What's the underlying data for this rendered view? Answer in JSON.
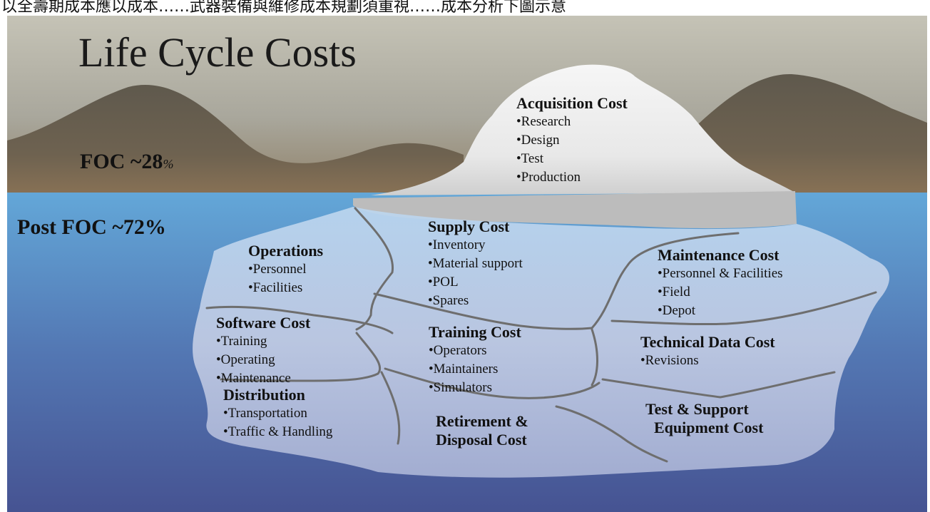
{
  "top_text": "以全壽期成本應以成本……武器裝備與維修成本規劃須重視……成本分析下圖示意",
  "title": "Life Cycle Costs",
  "foc": {
    "label": "FOC ~28",
    "pct": "%"
  },
  "post_foc": "Post FOC ~72%",
  "acquisition": {
    "heading": "Acquisition Cost",
    "items": [
      "•Research",
      "•Design",
      "•Test",
      "•Production"
    ]
  },
  "supply": {
    "heading": "Supply Cost",
    "items": [
      "•Inventory",
      "•Material support",
      "•POL",
      "•Spares"
    ]
  },
  "operations": {
    "heading": "Operations",
    "items": [
      "•Personnel",
      "•Facilities"
    ]
  },
  "maintenance": {
    "heading": "Maintenance Cost",
    "items": [
      "•Personnel & Facilities",
      "•Field",
      "•Depot"
    ]
  },
  "software": {
    "heading": "Software Cost",
    "items": [
      "•Training",
      "•Operating",
      "•Maintenance"
    ]
  },
  "training": {
    "heading": "Training Cost",
    "items": [
      "•Operators",
      "•Maintainers",
      "•Simulators"
    ]
  },
  "technical": {
    "heading": "Technical Data Cost",
    "items": [
      "•Revisions"
    ]
  },
  "distribution": {
    "heading": "Distribution",
    "items": [
      "•Transportation",
      "•Traffic & Handling"
    ]
  },
  "retirement": {
    "heading_1": "Retirement &",
    "heading_2": "Disposal Cost"
  },
  "test_support": {
    "heading_1": "Test & Support",
    "heading_2": "Equipment Cost"
  },
  "colors": {
    "sky_top": "#a9a79c",
    "mountain": "#6b6350",
    "shore": "#8a7355",
    "water_top": "#5f9fd0",
    "water_bottom": "#485897",
    "iceberg_top": "#f2f2f2",
    "iceberg_under": "#c4d4ec",
    "divider": "#6e6e6e"
  }
}
